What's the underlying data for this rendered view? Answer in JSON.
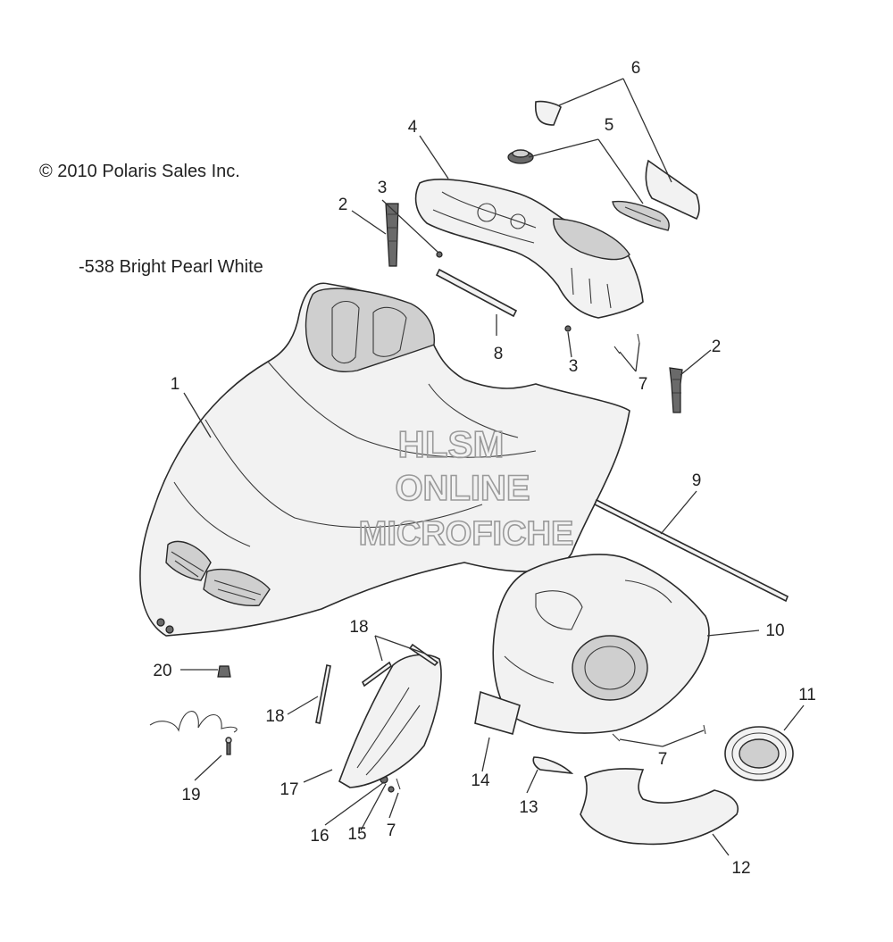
{
  "copyright": "© 2010 Polaris Sales Inc.",
  "color_note": "-538 Bright Pearl White",
  "watermark": [
    "HLSM",
    "ONLINE",
    "MICROFICHE"
  ],
  "callouts": [
    {
      "id": "c1",
      "text": "1"
    },
    {
      "id": "c2a",
      "text": "2"
    },
    {
      "id": "c2b",
      "text": "2"
    },
    {
      "id": "c3a",
      "text": "3"
    },
    {
      "id": "c3b",
      "text": "3"
    },
    {
      "id": "c4",
      "text": "4"
    },
    {
      "id": "c5",
      "text": "5"
    },
    {
      "id": "c6",
      "text": "6"
    },
    {
      "id": "c7a",
      "text": "7"
    },
    {
      "id": "c7b",
      "text": "7"
    },
    {
      "id": "c7c",
      "text": "7"
    },
    {
      "id": "c8",
      "text": "8"
    },
    {
      "id": "c9",
      "text": "9"
    },
    {
      "id": "c10",
      "text": "10"
    },
    {
      "id": "c11",
      "text": "11"
    },
    {
      "id": "c12",
      "text": "12"
    },
    {
      "id": "c13",
      "text": "13"
    },
    {
      "id": "c14",
      "text": "14"
    },
    {
      "id": "c15",
      "text": "15"
    },
    {
      "id": "c16",
      "text": "16"
    },
    {
      "id": "c17",
      "text": "17"
    },
    {
      "id": "c18a",
      "text": "18"
    },
    {
      "id": "c18b",
      "text": "18"
    },
    {
      "id": "c19",
      "text": "19"
    },
    {
      "id": "c20",
      "text": "20"
    }
  ]
}
